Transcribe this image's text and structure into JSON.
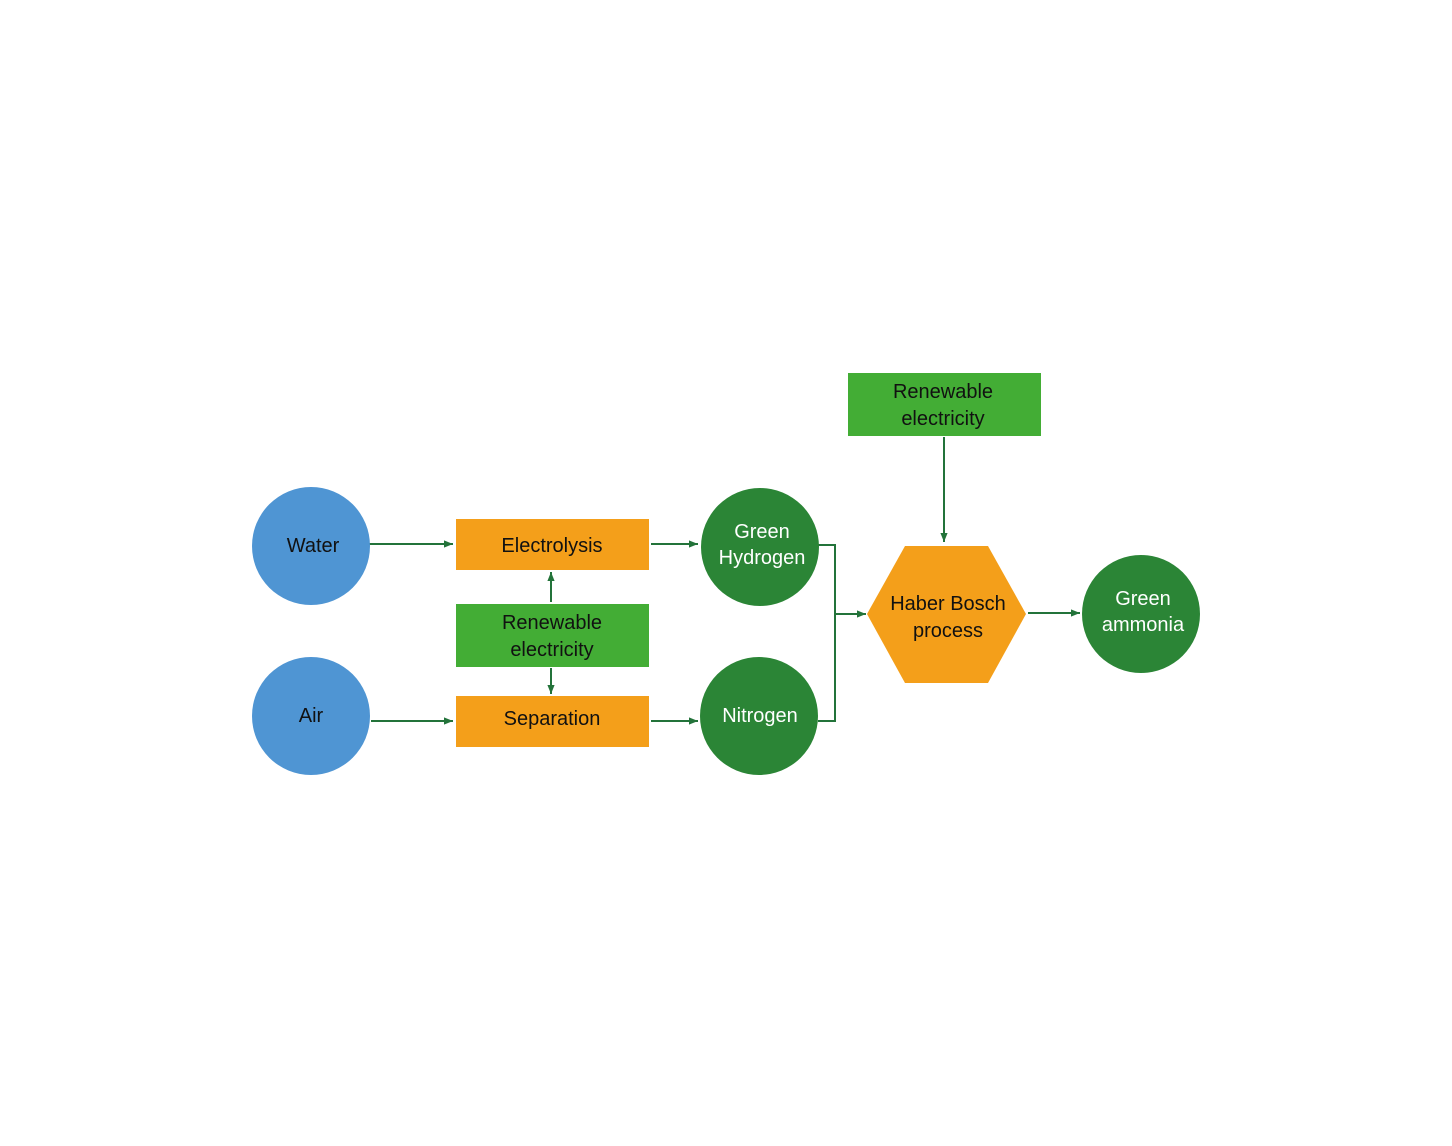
{
  "colors": {
    "input": "#4f95d3",
    "process": "#f49f1a",
    "energy": "#43ad35",
    "product": "#2b8536",
    "connector": "#23733a",
    "dark_text": "#111111",
    "light_text": "#ffffff"
  },
  "nodes": {
    "water": {
      "label": "Water"
    },
    "air": {
      "label": "Air"
    },
    "electrolysis": {
      "label": "Electrolysis"
    },
    "separation": {
      "label": "Separation"
    },
    "renewable_mid": {
      "line1": "Renewable",
      "line2": "electricity"
    },
    "renewable_top": {
      "line1": "Renewable",
      "line2": "electricity"
    },
    "green_hydrogen": {
      "line1": "Green",
      "line2": "Hydrogen"
    },
    "nitrogen": {
      "label": "Nitrogen"
    },
    "haber_bosch": {
      "line1": "Haber Bosch",
      "line2": "process"
    },
    "green_ammonia": {
      "line1": "Green",
      "line2": "ammonia"
    }
  }
}
